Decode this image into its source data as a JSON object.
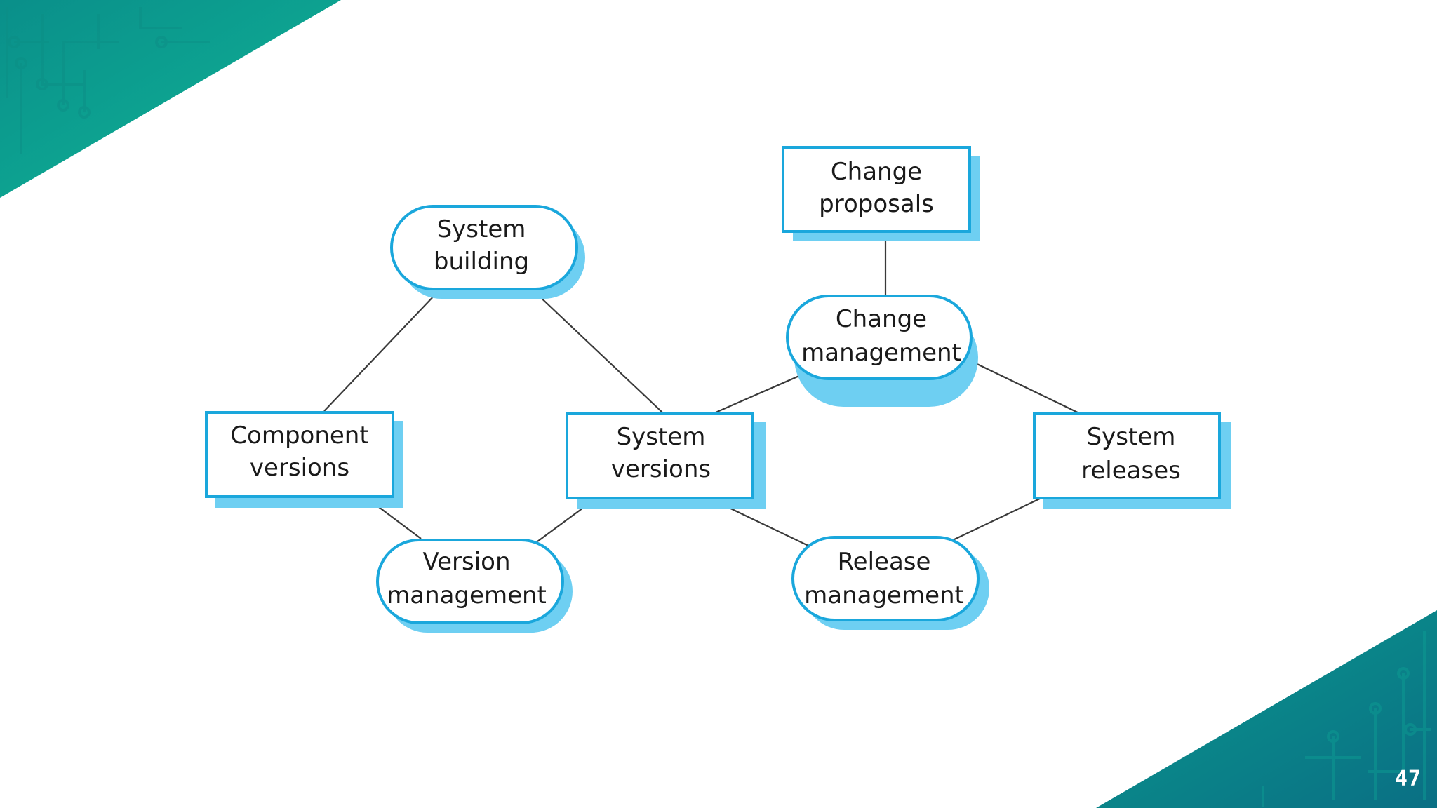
{
  "slide": {
    "number": "47"
  },
  "colors": {
    "teal_light": "#0fb39a",
    "teal_dark": "#0a7f86",
    "node_border": "#1aa7dc",
    "node_shadow": "#6ecff2",
    "edge": "#3a3a3a"
  },
  "diagram": {
    "nodes": {
      "system_building": {
        "line1": "System",
        "line2": "building",
        "shape": "rounded"
      },
      "change_proposals": {
        "line1": "Change",
        "line2": "proposals",
        "shape": "rect"
      },
      "change_management": {
        "line1": "Change",
        "line2": "management",
        "shape": "rounded"
      },
      "component_versions": {
        "line1": "Component",
        "line2": "versions",
        "shape": "rect"
      },
      "system_versions": {
        "line1": "System",
        "line2": "versions",
        "shape": "rect"
      },
      "system_releases": {
        "line1": "System",
        "line2": "releases",
        "shape": "rect"
      },
      "version_management": {
        "line1": "Version",
        "line2": "management",
        "shape": "rounded"
      },
      "release_management": {
        "line1": "Release",
        "line2": "management",
        "shape": "rounded"
      }
    }
  }
}
